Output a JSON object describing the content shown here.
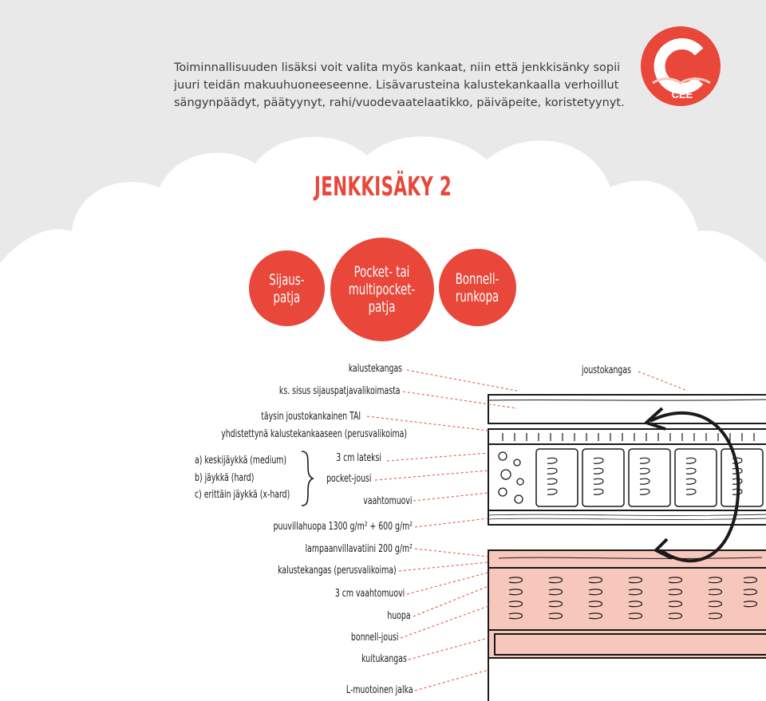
{
  "brand": {
    "name": "CEE",
    "accent": "#e8473a",
    "light_accent": "#f7c7bb",
    "cloud": "#e9e9ea"
  },
  "intro_lines": [
    "Toiminnallisuuden lisäksi voit valita myös kankaat, niin että jenkkisänky sopii",
    "juuri teidän makuuhuoneeseenne. Lisävarusteina kalustekankaalla verhoillut",
    "sängynpäädyt, päätyynyt, rahi/vuodevaatelaatikko, päiväpeite, koristetyynyt."
  ],
  "title": "JENKKISÄKY 2",
  "circles": [
    {
      "lines": [
        "Sijaus-",
        "patja"
      ]
    },
    {
      "lines": [
        "Pocket- tai",
        "multipocket-",
        "patja"
      ]
    },
    {
      "lines": [
        "Bonnell-",
        "runkopa"
      ]
    }
  ],
  "labels": {
    "kalustekangas": "kalustekangas",
    "joustokangas": "joustokangas",
    "sijauspatja": "ks. sisus sijauspatjavalikoimasta",
    "taysin_1": "täysin joustokankainen TAI",
    "taysin_2": "yhdistettynä kalustekankaaseen (perusvalikoima)",
    "firmness": [
      "a) keskijäykkä (medium)",
      "b) jäykkä (hard)",
      "c) erittäin jäykkä (x-hard)"
    ],
    "lateksi": "3 cm lateksi",
    "pocket": "pocket-jousi",
    "vaahtomuovi": "vaahtomuovi",
    "puuvillahuopa": "puuvillahuopa 1300 g/m² + 600 g/m²",
    "lampaanvilla": "lampaanvillavatiini 200 g/m²",
    "kalustekangas_perus": "kalustekangas (perusvalikoima)",
    "vaahtomuovi_3cm": "3 cm vaahtomuovi",
    "huopa": "huopa",
    "bonnell": "bonnell-jousi",
    "kuitukangas": "kuitukangas",
    "jalka": "L-muotoinen jalka"
  }
}
